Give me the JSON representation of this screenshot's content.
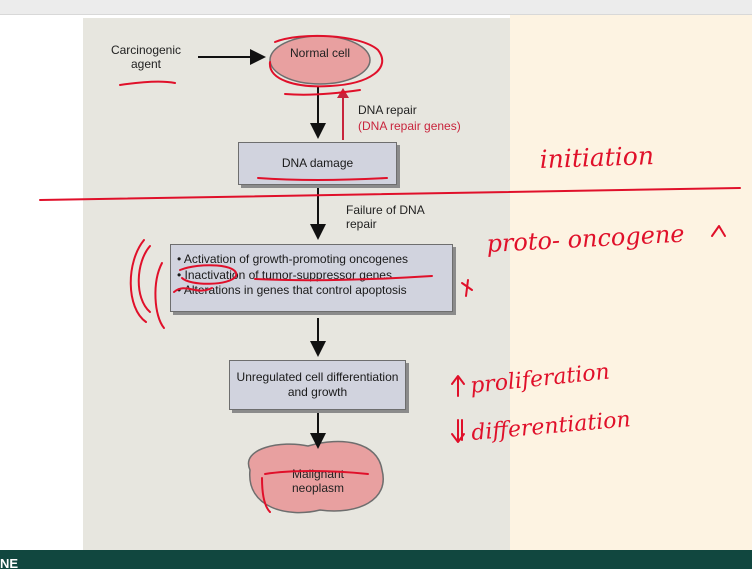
{
  "diagram": {
    "carcinogenic_agent": "Carcinogenic agent",
    "normal_cell": "Normal cell",
    "dna_repair": "DNA repair",
    "dna_repair_genes": "(DNA repair genes)",
    "dna_damage": "DNA damage",
    "failure_of_dna_repair": "Failure of DNA repair",
    "gene_changes": [
      "• Activation of growth-promoting oncogenes",
      "• Inactivation of tumor-suppressor genes",
      "• Alterations in genes that control apoptosis"
    ],
    "unregulated": "Unregulated cell differentiation and growth",
    "malignant": "Malignant neoplasm"
  },
  "annotations": {
    "initiation": "initiation",
    "proto_oncogene": "proto- oncogene",
    "proliferation": "proliferation",
    "differentiation": "differentiation"
  },
  "colors": {
    "ink_red": "#e0102a",
    "box_fill": "#d1d3de",
    "cell_fill": "#e8a0a0",
    "figure_bg": "#e7e6df",
    "bottom_bar": "#11473f"
  },
  "bottom_bar_text": "NE"
}
